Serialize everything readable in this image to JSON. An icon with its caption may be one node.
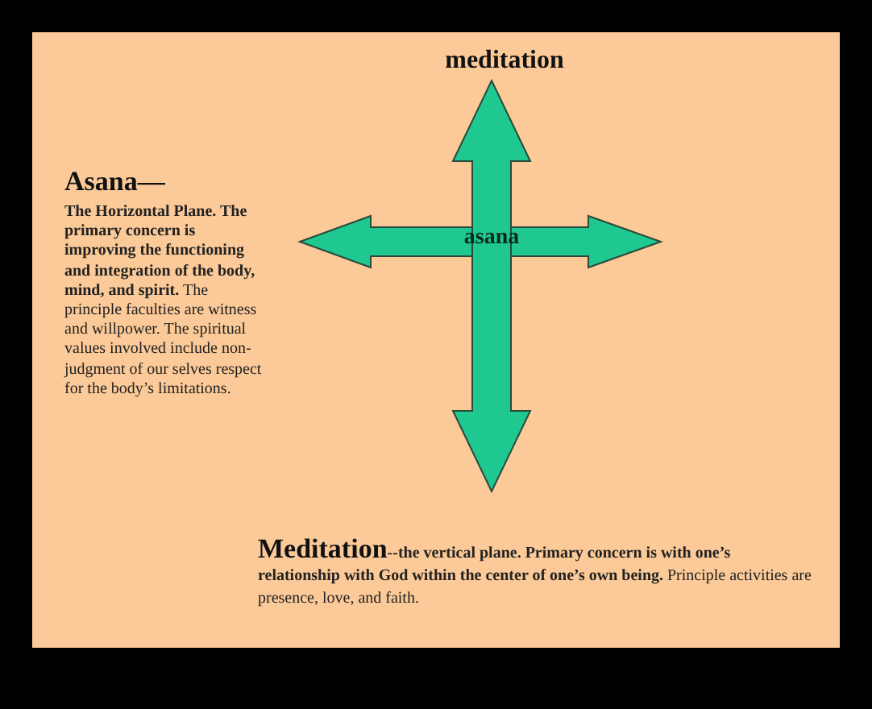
{
  "diagram": {
    "labels": [
      "meditation",
      "asana",
      "Asana—",
      "**The Horizontal Plane. The primary concern is improving the functioning and integration of the body, mind, and spirit.** The principle faculties are witness and willpower. The spiritual values involved include non-judgment of our selves respect for the body’s limitations.",
      "Meditation",
      "**--the vertical plane. Primary concern is with one’s relationship with God within the center of one’s own being.** Principle activities are presence, love, and faith."
    ]
  }
}
